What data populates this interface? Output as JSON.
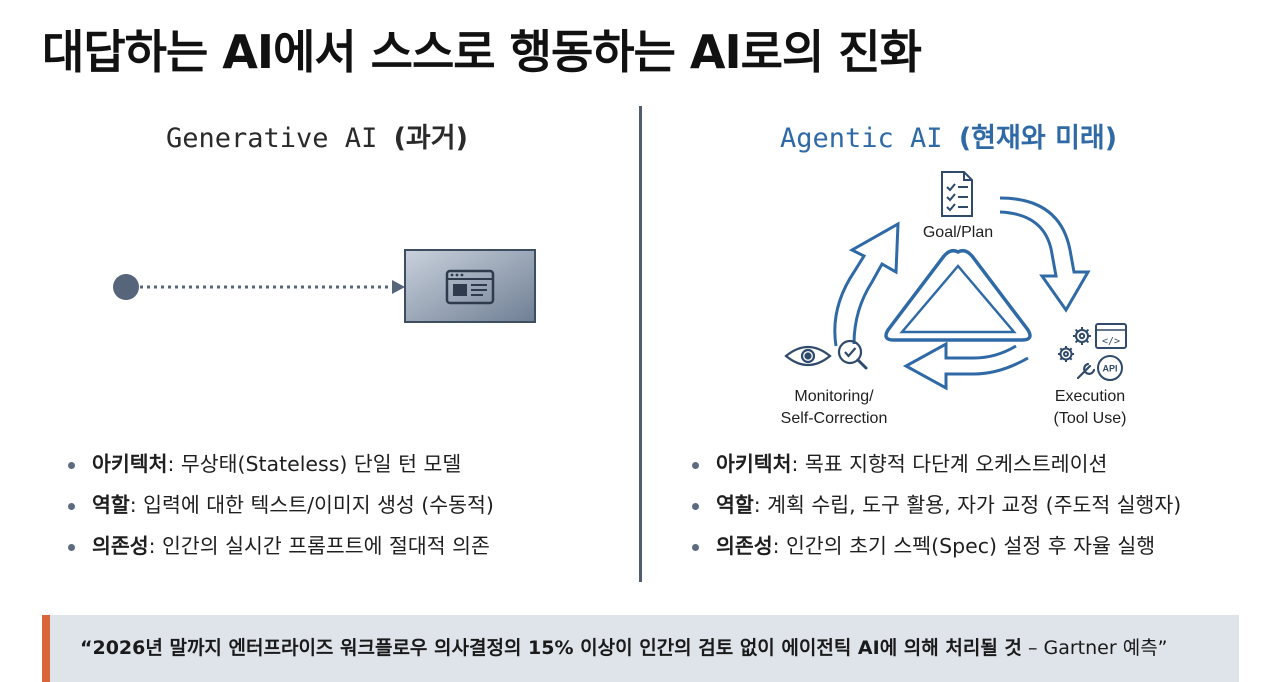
{
  "title": "대답하는 AI에서 스스로 행동하는 AI로의 진화",
  "left": {
    "heading_en": "Generative AI",
    "heading_ko": "(과거)",
    "bullets": [
      {
        "key": "아키텍처",
        "text": ": 무상태(Stateless) 단일 턴 모델"
      },
      {
        "key": "역할",
        "text": ": 입력에 대한 텍스트/이미지 생성 (수동적)"
      },
      {
        "key": "의존성",
        "text": ": 인간의 실시간 프롬프트에 절대적 의존"
      }
    ]
  },
  "right": {
    "heading_en": "Agentic AI",
    "heading_ko": "(현재와 미래)",
    "cycle": {
      "goal": "Goal/Plan",
      "execution_1": "Execution",
      "execution_2": "(Tool Use)",
      "monitor_1": "Monitoring/",
      "monitor_2": "Self-Correction",
      "api": "API",
      "code": "</>"
    },
    "bullets": [
      {
        "key": "아키텍처",
        "text": ": 목표 지향적 다단계 오케스트레이션"
      },
      {
        "key": "역할",
        "text": ": 계획 수립, 도구 활용, 자가 교정 (주도적 실행자)"
      },
      {
        "key": "의존성",
        "text": ": 인간의 초기 스펙(Spec) 설정 후 자율 실행"
      }
    ]
  },
  "quote": {
    "main": "“2026년 말까지 엔터프라이즈 워크플로우 의사결정의 15% 이상이 인간의 검토 없이 에이전틱 AI에 의해 처리될 것",
    "source": " – Gartner 예측”"
  },
  "colors": {
    "accent_blue": "#2f6aa6",
    "accent_orange": "#d9663a",
    "slate": "#5c6b80"
  }
}
